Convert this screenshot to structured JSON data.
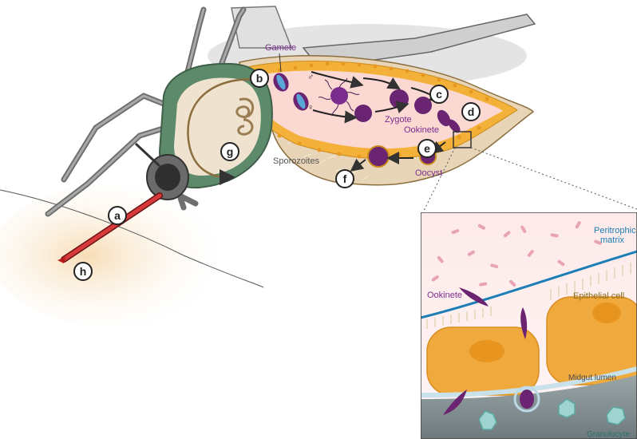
{
  "steps": [
    "a",
    "b",
    "c",
    "d",
    "e",
    "f",
    "g",
    "h"
  ],
  "labels": {
    "gamete": "Gamete",
    "zygote": "Zygote",
    "ookinete": "Ookinete",
    "oocyst": "Oocyst",
    "sporozoites": "Sporozoites"
  },
  "sex_symbols": {
    "male": "♂",
    "female": "♀"
  },
  "inset": {
    "peritrophic_matrix": "Peritrophic\nmatrix",
    "epithelial_cell": "Epithelial cell",
    "midgut_lumen": "Midgut lumen",
    "granulocyte": "Granulocyte",
    "ookinete": "Ookinete"
  },
  "colors": {
    "gut_wall": "#f4b13a",
    "gut_lumen": "#fbd9d2",
    "abdomen": "#e8d5b7",
    "thorax": "#5d8a6a",
    "parasite": "#6a2472",
    "proboscis_blood": "#c62828",
    "peritrophic": "#1b7fb5",
    "epithelium": "#f0a93c"
  }
}
